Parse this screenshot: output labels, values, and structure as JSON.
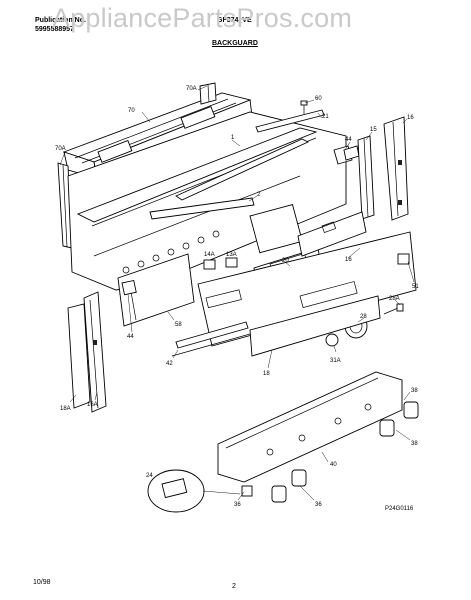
{
  "header": {
    "publication_label": "Publication No.",
    "publication_number": "5995588957",
    "model": "GF374_VE",
    "section": "BACKGUARD"
  },
  "watermark": "AppliancePartsPros.com",
  "diagram": {
    "labels": {
      "l70a_top": "70A",
      "l70": "70",
      "l70a_left": "70A",
      "l60": "60",
      "l21": "21",
      "l1": "1",
      "l44_top": "44",
      "l15": "15",
      "l16_top": "16",
      "l2": "2",
      "l14a": "14A",
      "l13a": "13A",
      "l20": "20",
      "l16_mid": "16",
      "l51": "51",
      "l44_left": "44",
      "l58": "58",
      "l28a": "28A",
      "l28": "28",
      "l31a": "31A",
      "l42": "42",
      "l18": "18",
      "l18a": "18A",
      "l16a": "16A",
      "l38_a": "38",
      "l38_b": "38",
      "l40": "40",
      "l24": "24",
      "l36_a": "36",
      "l36_b": "36"
    },
    "figure_code": "P24G0116"
  },
  "footer": {
    "date": "10/98",
    "page": "2"
  }
}
